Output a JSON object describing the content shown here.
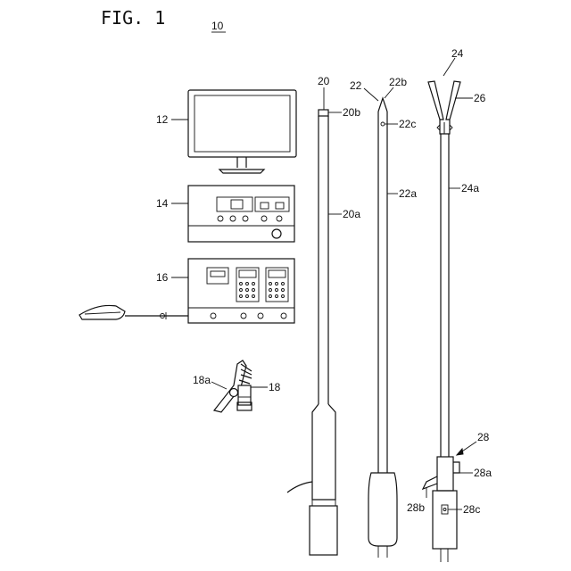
{
  "figure": {
    "title": "FIG. 1",
    "system_ref": "10"
  },
  "labels": {
    "monitor": "12",
    "unit_14": "14",
    "unit_16": "16",
    "clip": "18",
    "clip_part": "18a",
    "instrument_20": "20",
    "instrument_20_tip": "20b",
    "instrument_20_shaft": "20a",
    "instrument_22": "22",
    "instrument_22_tip": "22b",
    "instrument_22_hole": "22c",
    "instrument_22_shaft": "22a",
    "forceps": "24",
    "forceps_jaw": "26",
    "forceps_shaft": "24a",
    "handle": "28",
    "handle_part_a": "28a",
    "handle_part_b": "28b",
    "handle_part_c": "28c"
  }
}
